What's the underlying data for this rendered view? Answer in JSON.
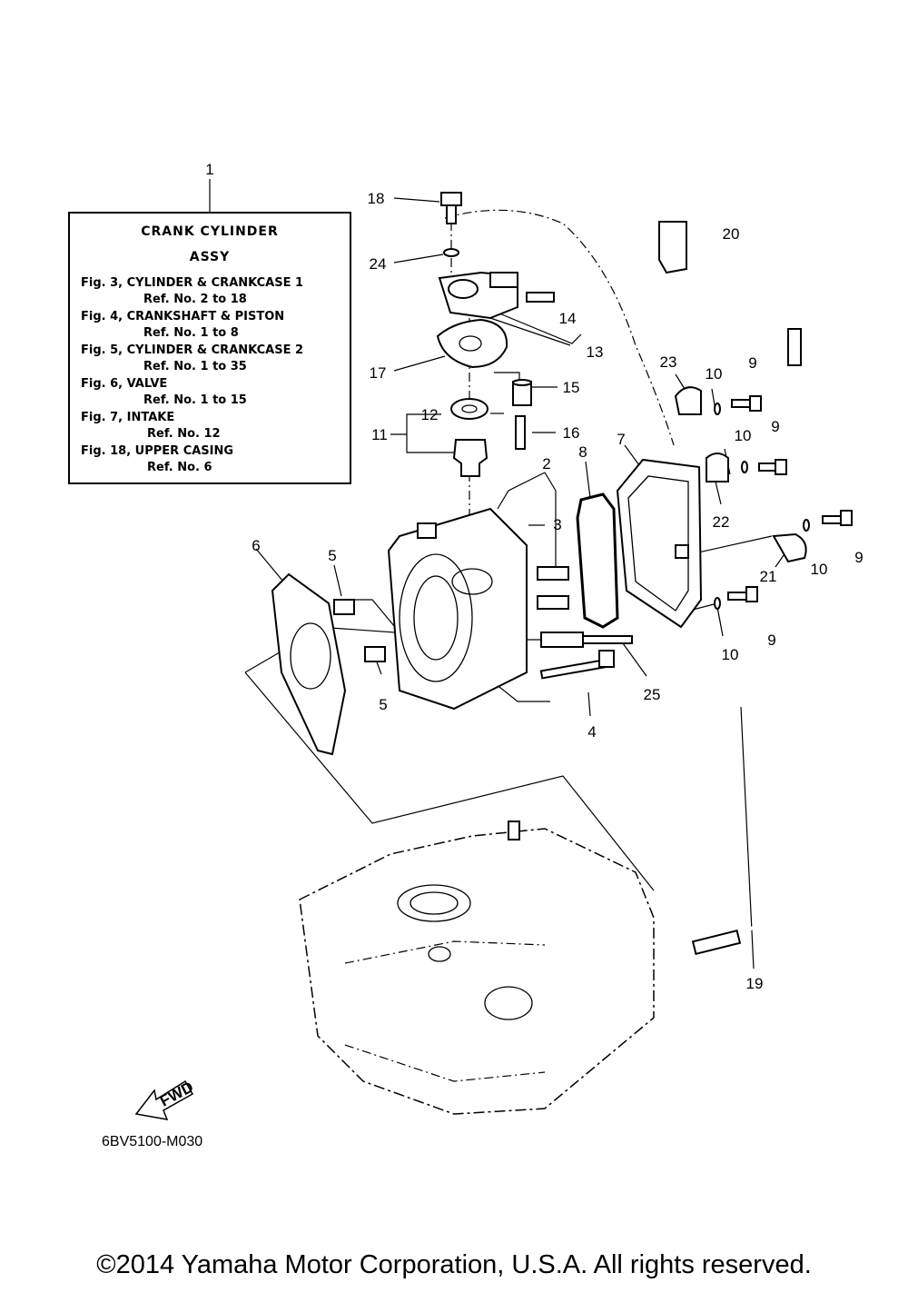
{
  "inset": {
    "title_line1": "CRANK CYLINDER",
    "title_line2": "ASSY",
    "lines": [
      "Fig. 3, CYLINDER & CRANKCASE 1",
      "Ref. No. 2 to 18",
      "Fig. 4, CRANKSHAFT & PISTON",
      "Ref. No. 1 to 8",
      "Fig. 5, CYLINDER & CRANKCASE 2",
      "Ref. No. 1 to 35",
      "Fig. 6, VALVE",
      "Ref. No. 1 to 15",
      "Fig. 7, INTAKE",
      "Ref. No. 12",
      "Fig. 18, UPPER CASING",
      "Ref. No. 6"
    ]
  },
  "callouts": [
    "1",
    "18",
    "24",
    "20",
    "14",
    "13",
    "17",
    "23",
    "10",
    "9",
    "15",
    "12",
    "16",
    "11",
    "2",
    "8",
    "7",
    "10",
    "9",
    "3",
    "22",
    "9",
    "6",
    "5",
    "21",
    "10",
    "10",
    "9",
    "5",
    "25",
    "4",
    "19"
  ],
  "fwd_label": "FWD",
  "diagram_code": "6BV5100-M030",
  "copyright": "©2014 Yamaha Motor Corporation, U.S.A. All rights reserved."
}
